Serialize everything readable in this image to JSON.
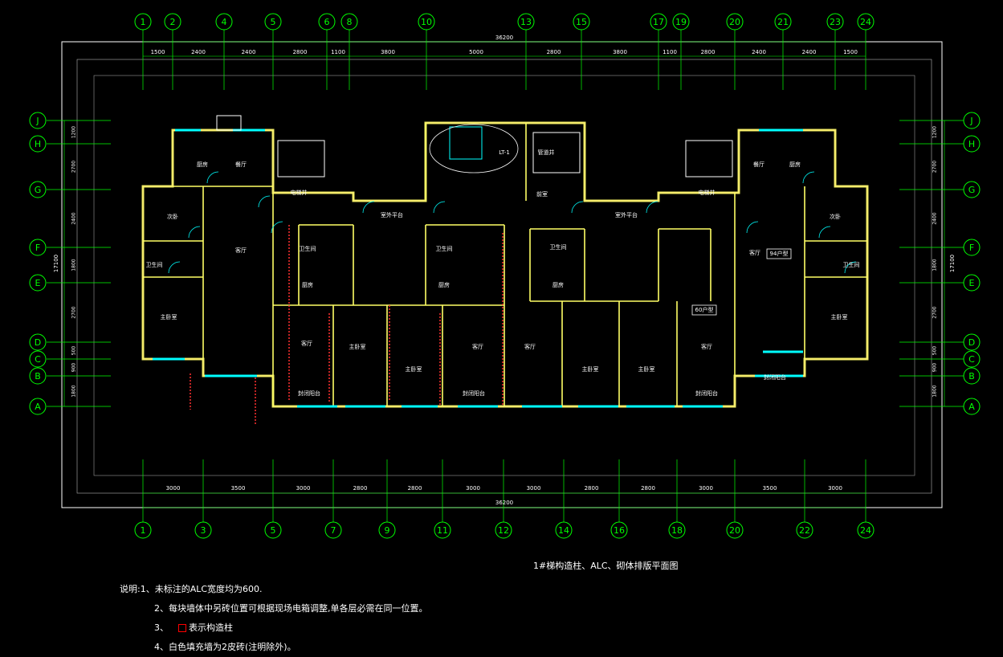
{
  "colors": {
    "background": "#000000",
    "grid": "#00ff00",
    "wall": "#ffff66",
    "window": "#00ffff",
    "structure": "#ff3030",
    "border": "#ffffff",
    "frame": "#ff66ff"
  },
  "top_axes": [
    "1",
    "2",
    "4",
    "5",
    "6",
    "8",
    "10",
    "13",
    "15",
    "17",
    "19",
    "20",
    "21",
    "23",
    "24"
  ],
  "bottom_axes": [
    "1",
    "3",
    "5",
    "7",
    "9",
    "11",
    "12",
    "14",
    "16",
    "18",
    "20",
    "22",
    "24"
  ],
  "row_axes": [
    "J",
    "H",
    "G",
    "F",
    "E",
    "D",
    "C",
    "B",
    "A"
  ],
  "top_total": "36200",
  "top_dims": [
    "1500",
    "2400",
    "2400",
    "2800",
    "1100",
    "3800",
    "5000",
    "2800",
    "3800",
    "1100",
    "2800",
    "2400",
    "2400",
    "1500"
  ],
  "bottom_total": "36200",
  "bottom_dims": [
    "3000",
    "3500",
    "3000",
    "2800",
    "2800",
    "3000",
    "3000",
    "2800",
    "2800",
    "3000",
    "3500",
    "3000"
  ],
  "side_total": "17100",
  "side_dims": [
    "1200",
    "2700",
    "2400",
    "1800",
    "2700",
    "500",
    "900",
    "1800"
  ],
  "rooms": [
    {
      "label": "厨房"
    },
    {
      "label": "餐厅"
    },
    {
      "label": "次卧"
    },
    {
      "label": "卫生间"
    },
    {
      "label": "客厅"
    },
    {
      "label": "主卧室"
    },
    {
      "label": "电梯井"
    },
    {
      "label": "室外平台"
    },
    {
      "label": "卫生间"
    },
    {
      "label": "厨房"
    },
    {
      "label": "客厅"
    },
    {
      "label": "主卧室"
    },
    {
      "label": "封闭阳台"
    },
    {
      "label": "卫生间"
    },
    {
      "label": "厨房"
    },
    {
      "label": "客厅"
    },
    {
      "label": "主卧室"
    },
    {
      "label": "封闭阳台"
    },
    {
      "label": "前室"
    },
    {
      "label": "管道井"
    },
    {
      "label": "客厅"
    },
    {
      "label": "主卧室"
    },
    {
      "label": "卫生间"
    },
    {
      "label": "厨房"
    },
    {
      "label": "客厅"
    },
    {
      "label": "主卧室"
    },
    {
      "label": "封闭阳台"
    },
    {
      "label": "电梯井"
    },
    {
      "label": "室外平台"
    },
    {
      "label": "餐厅"
    },
    {
      "label": "厨房"
    },
    {
      "label": "次卧"
    },
    {
      "label": "卫生间"
    },
    {
      "label": "客厅"
    },
    {
      "label": "主卧室"
    },
    {
      "label": "封闭阳台"
    },
    {
      "label": "LT-1"
    }
  ],
  "unit_tags": [
    "94户型",
    "60户型"
  ],
  "drawing_title": "1#梯构造柱、ALC、砌体排版平面图",
  "notes": {
    "n1": "说明:1、未标注的ALC宽度均为600.",
    "n2": "2、每块墙体中另砖位置可根据现场电箱调整,单各层必需在同一位置。",
    "n3_prefix": "3、",
    "n3_text": "表示构造柱",
    "n4": "4、白色填充墙为2皮砖(注明除外)。"
  }
}
